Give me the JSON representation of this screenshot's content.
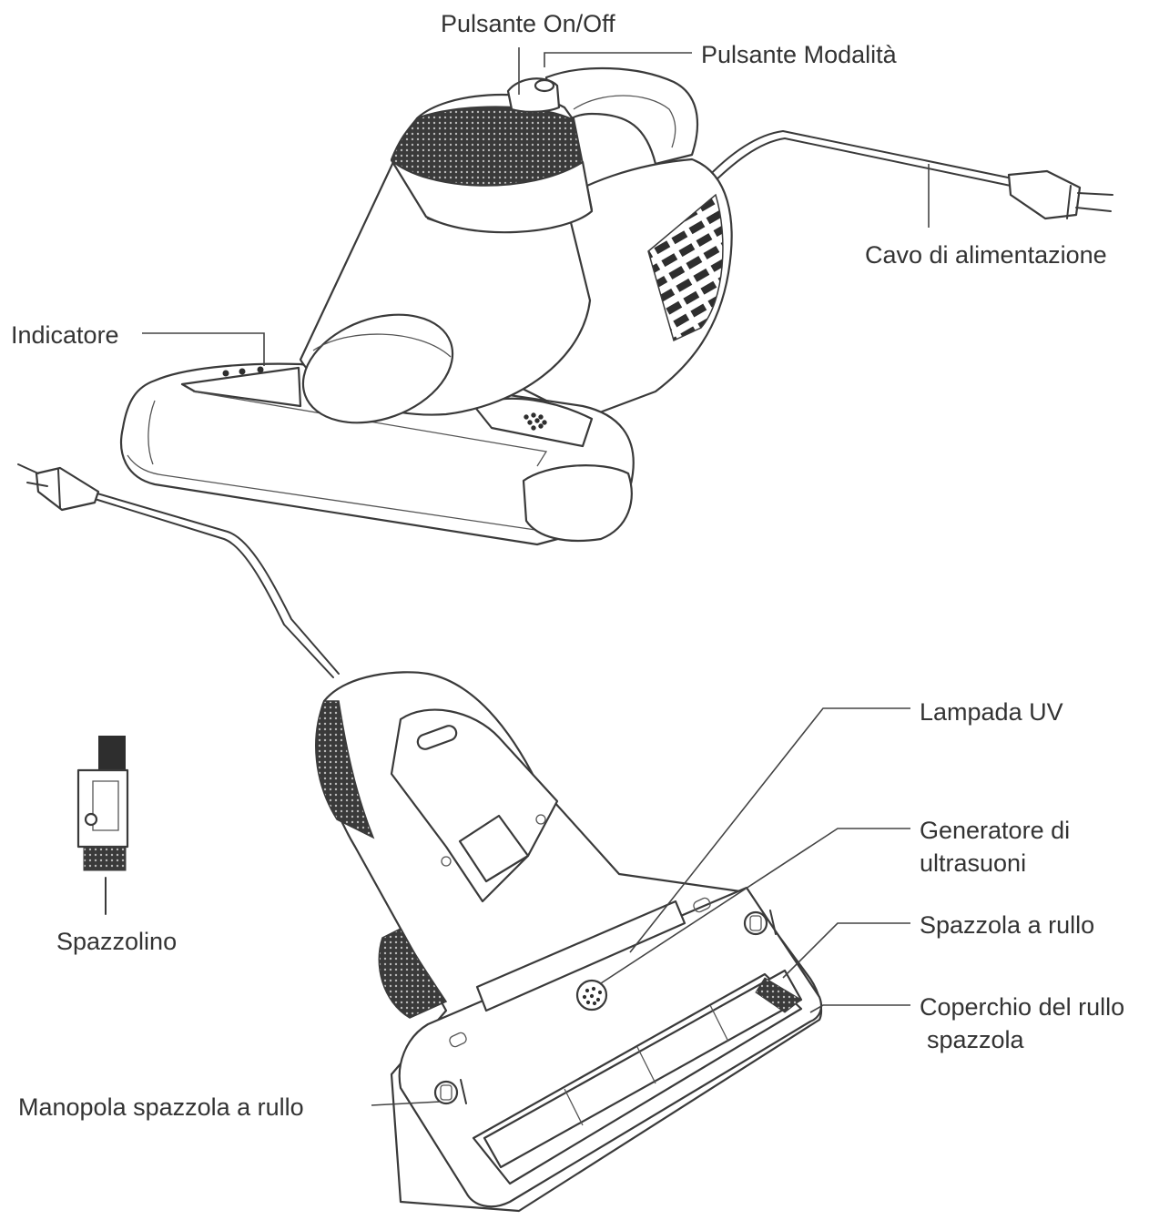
{
  "labels": {
    "power_button": "Pulsante On/Off",
    "mode_button": "Pulsante Modalità",
    "power_cord": "Cavo di alimentazione",
    "indicator": "Indicatore",
    "uv_lamp": "Lampada UV",
    "ultrasonic_generator_line1": "Generatore di",
    "ultrasonic_generator_line2": "ultrasuoni",
    "roller_brush": "Spazzola a rullo",
    "roller_cover_line1": "Coperchio del rullo",
    "roller_cover_line2": "spazzola",
    "cleaning_brush": "Spazzolino",
    "roller_knob": "Manopola spazzola a rullo"
  },
  "colors": {
    "line": "#3a3a3a",
    "text": "#333333",
    "texture": "#2e2e2e",
    "background": "#ffffff"
  }
}
